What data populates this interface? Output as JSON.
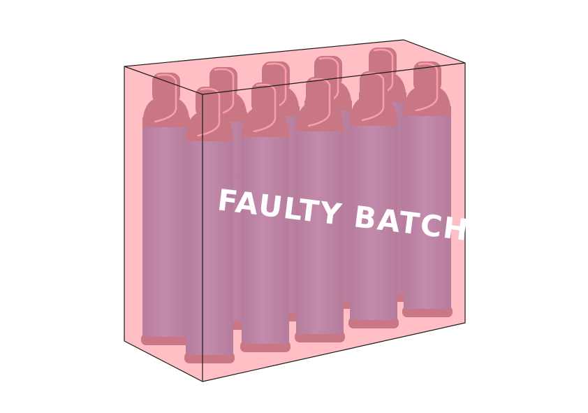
{
  "label": "FAULTY BATCH",
  "colors": {
    "background": "#ffffff",
    "box_tint": "#ff8a95",
    "box_edge": "#1a1a1a",
    "cylinder_body": "#6f7fb8",
    "cylinder_shoulder": "#8a6072",
    "cap_highlight": "#f4b7c0",
    "label": "#ffffff"
  },
  "contents": {
    "item": "gas-cylinder-icon",
    "back_row_count": 5,
    "front_row_count": 5
  }
}
